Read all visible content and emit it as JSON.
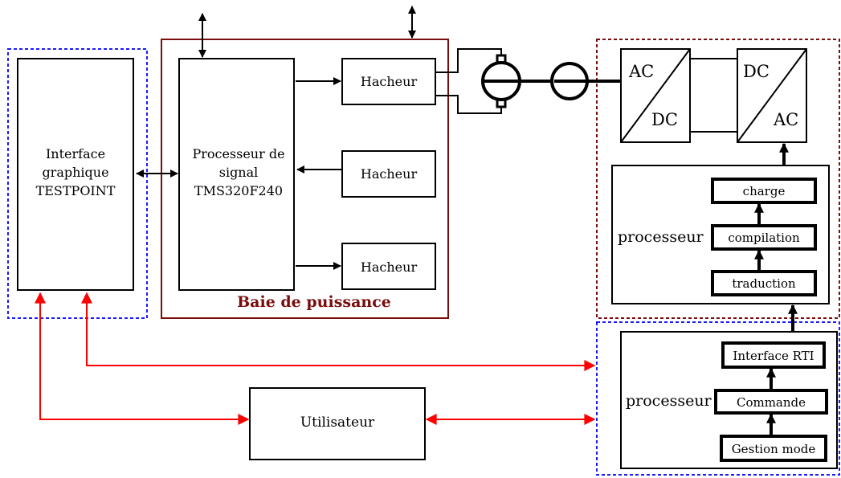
{
  "interface": {
    "line1": "Interface",
    "line2": "graphique",
    "line3": "TESTPOINT"
  },
  "dsp": {
    "line1": "Processeur de",
    "line2": "signal",
    "line3": "TMS320F240"
  },
  "power_bay": {
    "title": "Baie de puissance",
    "chopper1": "Hacheur",
    "chopper2": "Hacheur",
    "chopper3": "Hacheur"
  },
  "converter": {
    "rectifier_top": "AC",
    "rectifier_bottom": "DC",
    "inverter_top": "DC",
    "inverter_bottom": "AC"
  },
  "rt_processor": {
    "label": "processeur",
    "steps": [
      "charge",
      "compilation",
      "traduction"
    ]
  },
  "control_processor": {
    "label": "processeur",
    "steps": [
      "Interface RTI",
      "Commande",
      "Gestion mode"
    ]
  },
  "user": {
    "label": "Utilisateur"
  },
  "colors": {
    "blue_dashed": "#1a1aff",
    "dark_red": "#7a0c0c",
    "red_arrow": "#ff0000"
  }
}
